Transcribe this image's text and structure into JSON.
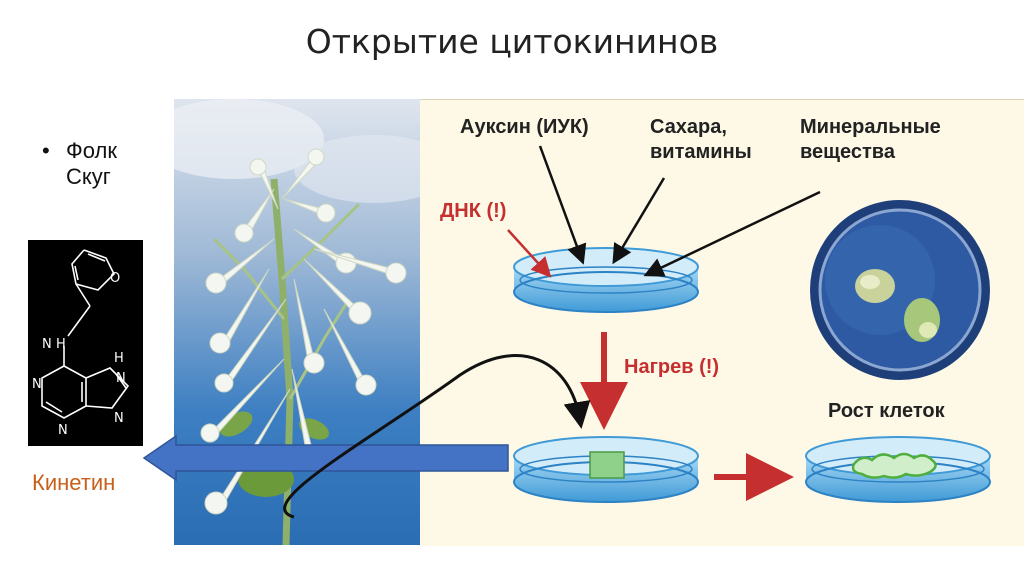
{
  "title": "Открытие цитокининов",
  "bullet": {
    "lines": [
      "Фолк",
      "Скуг"
    ]
  },
  "molecule": {
    "atoms": {
      "o": "O",
      "nh_top": "N",
      "h_top": "H",
      "nh_mid": "N",
      "h_mid": "H",
      "n_left": "N",
      "n_bottom": "N",
      "n_right": "N"
    }
  },
  "kinetin_label": "Кинетин",
  "labels": {
    "auxin": "Ауксин (ИУК)",
    "sugars_1": "Сахара,",
    "sugars_2": "витамины",
    "minerals_1": "Минеральные",
    "minerals_2": "вещества",
    "dna": "ДНК (!)",
    "heating": "Нагрев (!)",
    "cell_growth": "Рост клеток"
  },
  "colors": {
    "accent_red": "#c62f2f",
    "kinetin_orange": "#c7601b",
    "arrow_blue": "#4472c4",
    "panel_bg": "#fdf9e6",
    "dish_blue": "#5fb4e6"
  }
}
